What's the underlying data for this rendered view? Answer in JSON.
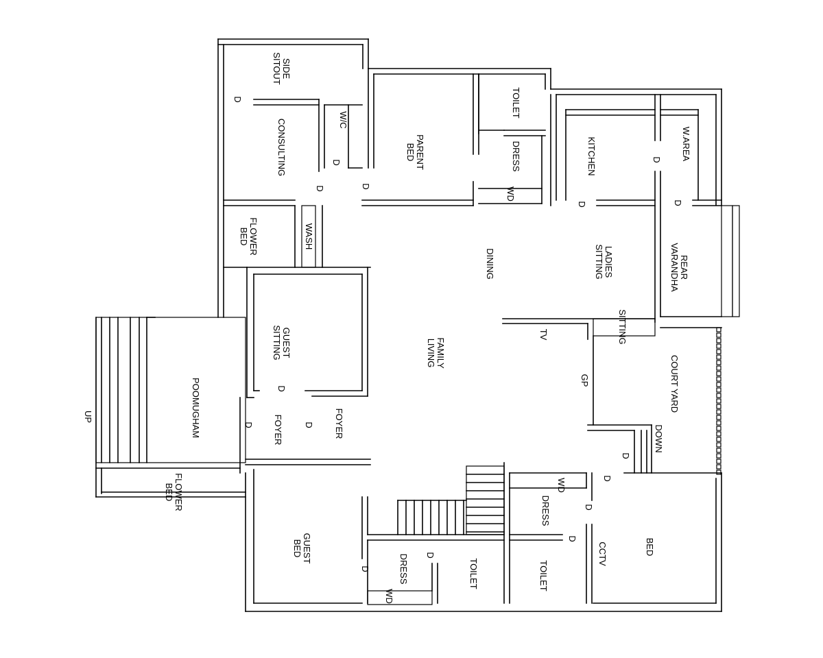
{
  "rooms": {
    "side_sitout": "SIDE\nSITOUT",
    "consulting": "CONSULTING",
    "wc": "W/C",
    "parent_bed": "PARENT\nBED",
    "toilet_top": "TOILET",
    "dress_top": "DRESS",
    "wd_top": "WD",
    "kitchen": "KITCHEN",
    "w_area": "W.AREA",
    "flower_bed_top": "FLOWER\nBED",
    "wash": "WASH",
    "dining": "DINING",
    "ladies_sitting": "LADIES\nSITTING",
    "rear_varandha": "REAR\nVARANDHA",
    "guest_sitting": "GUEST\nSITTING",
    "family_living": "FAMILY\nLIVING",
    "sitting": "SITTING",
    "tv": "TV",
    "gp": "GP",
    "court_yard": "COURT YARD",
    "down": "DOWN",
    "poomugham": "POOMUGHAM",
    "up": "UP",
    "foyer_left": "FOYER",
    "foyer_right": "FOYER",
    "flower_bed_bottom": "FLOWER\nBED",
    "guest_bed": "GUEST\nBED",
    "dress_bottom": "DRESS",
    "wd_bottom": "WD",
    "toilet_bottom_left": "TOILET",
    "toilet_bottom_right": "TOILET",
    "wd_right": "WD",
    "dress_right": "DRESS",
    "cctv": "CCTV",
    "bed": "BED"
  },
  "door_label": "D"
}
